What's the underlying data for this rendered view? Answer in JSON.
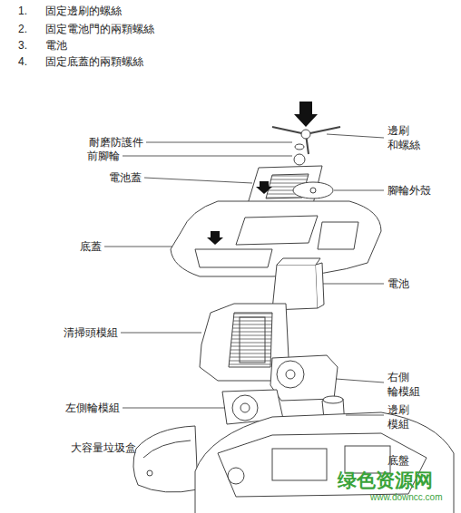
{
  "diagram": {
    "labels": [
      "1.",
      "固定邊刷的螺絲",
      "2.",
      "固定電池門的兩顆螺絲",
      "3.",
      "電池",
      "4.",
      "固定底蓋的兩顆螺絲",
      "耐磨防護件",
      "前腳輪",
      "邊刷 和螺絲",
      "電池蓋",
      "腳輪外殼",
      "底蓋",
      "電池",
      "清掃頭模組",
      "右側 輪模組",
      "左側輪模組",
      "邊刷 模組",
      "大容量垃圾盒",
      "底盤",
      "绿色资源网",
      "www.downcc.com"
    ]
  }
}
